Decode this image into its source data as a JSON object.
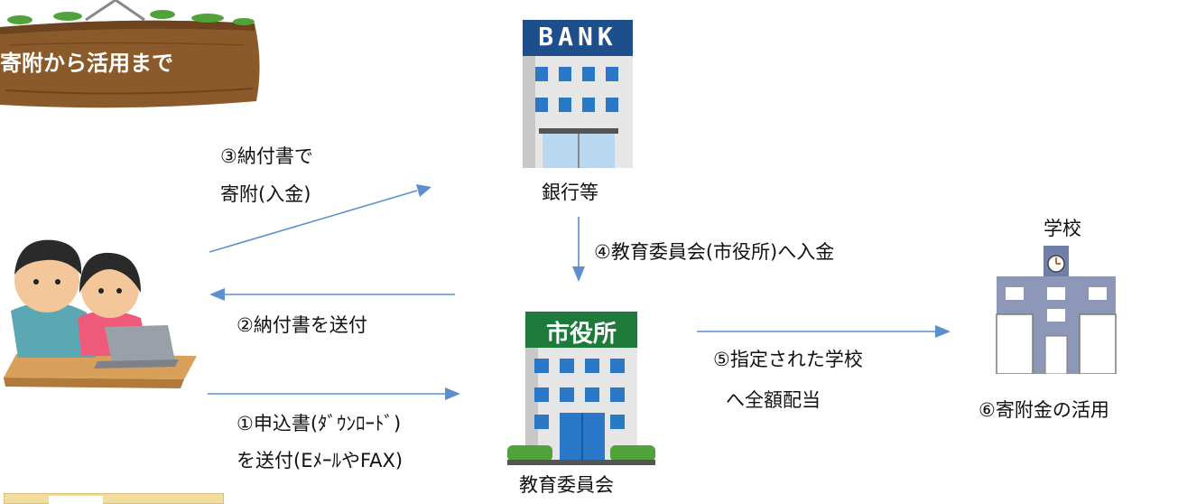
{
  "sign": {
    "title": "寄附から活用まで"
  },
  "bank": {
    "sign_text": "BANK",
    "caption": "銀行等"
  },
  "city_hall": {
    "sign_text": "市役所",
    "caption": "教育委員会"
  },
  "school": {
    "caption": "学校"
  },
  "steps": {
    "step1_line1": "①申込書(ﾀﾞｳﾝﾛｰﾄﾞ)",
    "step1_line2": "を送付(EﾒｰﾙやFAX)",
    "step2": "②納付書を送付",
    "step3_line1": "③納付書で",
    "step3_line2": "寄附(入金)",
    "step4": "④教育委員会(市役所)へ入金",
    "step5_line1": "⑤指定された学校",
    "step5_line2": "へ全額配当",
    "step6": "⑥寄附金の活用"
  },
  "colors": {
    "arrow": "#5b8fd0",
    "sign_wood": "#8a5a2b",
    "bank_sign": "#1d4f8c",
    "city_hall_sign": "#1e7a3a"
  }
}
